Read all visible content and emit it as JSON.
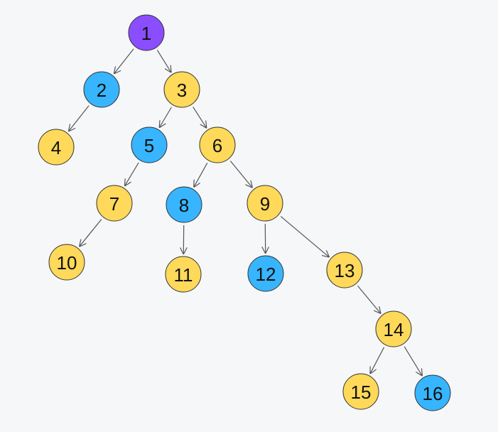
{
  "colors": {
    "purple": "#8a4dff",
    "blue": "#37b5ff",
    "yellow": "#ffd95a"
  },
  "nodes": [
    {
      "id": "1",
      "label": "1",
      "color": "purple"
    },
    {
      "id": "2",
      "label": "2",
      "color": "blue"
    },
    {
      "id": "3",
      "label": "3",
      "color": "yellow"
    },
    {
      "id": "4",
      "label": "4",
      "color": "yellow"
    },
    {
      "id": "5",
      "label": "5",
      "color": "blue"
    },
    {
      "id": "6",
      "label": "6",
      "color": "yellow"
    },
    {
      "id": "7",
      "label": "7",
      "color": "yellow"
    },
    {
      "id": "8",
      "label": "8",
      "color": "blue"
    },
    {
      "id": "9",
      "label": "9",
      "color": "yellow"
    },
    {
      "id": "10",
      "label": "10",
      "color": "yellow"
    },
    {
      "id": "11",
      "label": "11",
      "color": "yellow"
    },
    {
      "id": "12",
      "label": "12",
      "color": "blue"
    },
    {
      "id": "13",
      "label": "13",
      "color": "yellow"
    },
    {
      "id": "14",
      "label": "14",
      "color": "yellow"
    },
    {
      "id": "15",
      "label": "15",
      "color": "yellow"
    },
    {
      "id": "16",
      "label": "16",
      "color": "blue"
    }
  ],
  "edges": [
    {
      "from": "1",
      "to": "2"
    },
    {
      "from": "1",
      "to": "3"
    },
    {
      "from": "2",
      "to": "4"
    },
    {
      "from": "3",
      "to": "5"
    },
    {
      "from": "3",
      "to": "6"
    },
    {
      "from": "5",
      "to": "7"
    },
    {
      "from": "6",
      "to": "8"
    },
    {
      "from": "6",
      "to": "9"
    },
    {
      "from": "7",
      "to": "10"
    },
    {
      "from": "8",
      "to": "11"
    },
    {
      "from": "9",
      "to": "12"
    },
    {
      "from": "9",
      "to": "13"
    },
    {
      "from": "13",
      "to": "14"
    },
    {
      "from": "14",
      "to": "15"
    },
    {
      "from": "14",
      "to": "16"
    }
  ]
}
